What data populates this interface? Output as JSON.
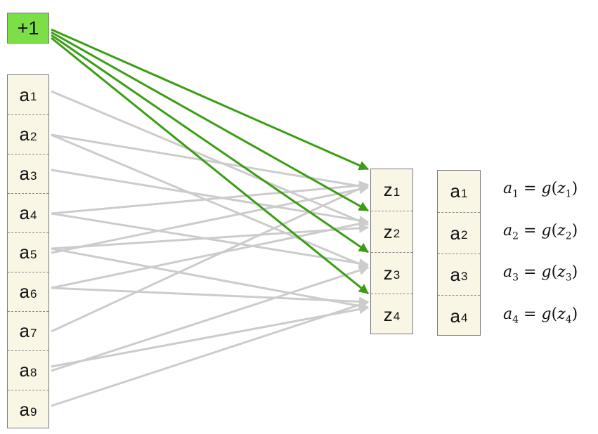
{
  "bias_node": {
    "label": "+1"
  },
  "input_nodes": [
    {
      "letter": "a",
      "sub": "1"
    },
    {
      "letter": "a",
      "sub": "2"
    },
    {
      "letter": "a",
      "sub": "3"
    },
    {
      "letter": "a",
      "sub": "4"
    },
    {
      "letter": "a",
      "sub": "5"
    },
    {
      "letter": "a",
      "sub": "6"
    },
    {
      "letter": "a",
      "sub": "7"
    },
    {
      "letter": "a",
      "sub": "8"
    },
    {
      "letter": "a",
      "sub": "9"
    }
  ],
  "z_nodes": [
    {
      "letter": "z",
      "sub": "1"
    },
    {
      "letter": "z",
      "sub": "2"
    },
    {
      "letter": "z",
      "sub": "3"
    },
    {
      "letter": "z",
      "sub": "4"
    }
  ],
  "output_nodes": [
    {
      "letter": "a",
      "sub": "1"
    },
    {
      "letter": "a",
      "sub": "2"
    },
    {
      "letter": "a",
      "sub": "3"
    },
    {
      "letter": "a",
      "sub": "4"
    }
  ],
  "equations": [
    {
      "lhs": "a",
      "lhs_sub": "1",
      "fn": "g",
      "arg": "z",
      "arg_sub": "1"
    },
    {
      "lhs": "a",
      "lhs_sub": "2",
      "fn": "g",
      "arg": "z",
      "arg_sub": "2"
    },
    {
      "lhs": "a",
      "lhs_sub": "3",
      "fn": "g",
      "arg": "z",
      "arg_sub": "3"
    },
    {
      "lhs": "a",
      "lhs_sub": "4",
      "fn": "g",
      "arg": "z",
      "arg_sub": "4"
    }
  ],
  "colors": {
    "bias_fill": "#7ddf47",
    "bias_edge": "#3a9e14",
    "input_edge": "#cccccc",
    "node_fill": "#f9f6e6"
  },
  "connections": {
    "bias_to_z": [
      1,
      2,
      3,
      4
    ],
    "input_to_z": [
      {
        "from": 1,
        "to": 2
      },
      {
        "from": 2,
        "to": 1
      },
      {
        "from": 2,
        "to": 3
      },
      {
        "from": 3,
        "to": 2
      },
      {
        "from": 4,
        "to": 1
      },
      {
        "from": 4,
        "to": 3
      },
      {
        "from": 5,
        "to": 1
      },
      {
        "from": 5,
        "to": 2
      },
      {
        "from": 5,
        "to": 4
      },
      {
        "from": 6,
        "to": 2
      },
      {
        "from": 6,
        "to": 4
      },
      {
        "from": 7,
        "to": 1
      },
      {
        "from": 8,
        "to": 3
      },
      {
        "from": 8,
        "to": 4
      },
      {
        "from": 9,
        "to": 4
      }
    ]
  }
}
